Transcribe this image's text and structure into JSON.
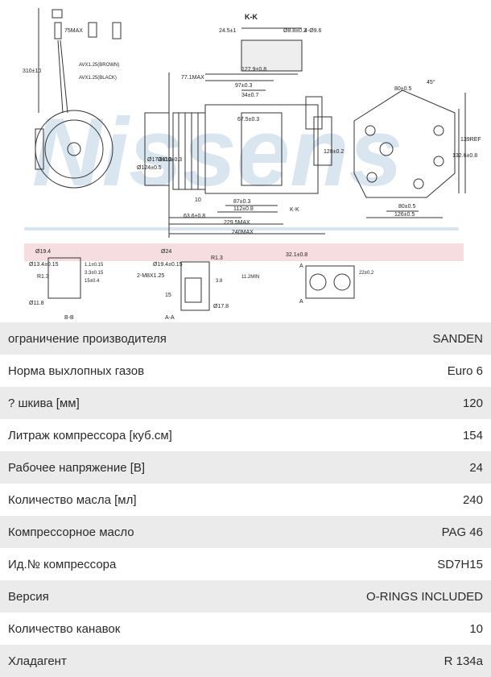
{
  "drawing": {
    "watermark": "Nissens",
    "dims": {
      "kk": "K-K",
      "d245": "24.5±1",
      "d88": "Ø8.8±0.2",
      "d49": "4-Ø9.6",
      "d75max": "75MAX",
      "d310": "310±10",
      "wire1": "AVX1.25(BROWN)",
      "wire2": "AVX1.25(BLACK)",
      "d77": "77.1MAX",
      "d1279": "127.9±0.8",
      "d97": "97±0.3",
      "d34": "34±0.7",
      "d67": "67.5±0.3",
      "d124": "Ø124±0.5",
      "d170": "Ø170±0.3",
      "d110": "Ø110±0.3",
      "d128": "128±0.2",
      "d10": "10",
      "d87": "87±0.3",
      "d112": "112±0.8",
      "d636": "63.6±0.8",
      "d2295": "229.5MAX",
      "d240": "240MAX",
      "kk2": "K-K",
      "d80top": "80±0.5",
      "d45": "45°",
      "d139": "139REF",
      "d1326": "132.6±0.8",
      "d80bot": "80±0.5",
      "d126": "126±0.5",
      "b_d194": "Ø19.4",
      "b_d134": "Ø13.4±0.15",
      "b_r13": "R1.3",
      "b_d118": "Ø11.8",
      "b_v1": "1.1±0.15",
      "b_v2": "3.3±0.15",
      "b_v3": "15±0.4",
      "bb": "B-B",
      "a_d24": "Ø24",
      "a_d194": "Ø19.4±0.15",
      "a_m8": "2-M8X1.25",
      "a_r13": "R1.3",
      "a_112": "11.2MIN",
      "a_38": "3.8",
      "a_d178": "Ø17.8",
      "a_15": "15",
      "aa": "A-A",
      "c_321": "32.1±0.8",
      "c_22": "22±0.2",
      "c_a1": "A",
      "c_a2": "A"
    }
  },
  "specs": [
    {
      "label": "ограничение производителя",
      "value": "SANDEN"
    },
    {
      "label": "Норма выхлопных газов",
      "value": "Euro 6"
    },
    {
      "label": "? шкива [мм]",
      "value": "120"
    },
    {
      "label": "Литраж компрессора [куб.см]",
      "value": "154"
    },
    {
      "label": "Рабочее напряжение [В]",
      "value": "24"
    },
    {
      "label": "Количество масла [мл]",
      "value": "240"
    },
    {
      "label": "Компрессорное масло",
      "value": "PAG 46"
    },
    {
      "label": "Ид.№ компрессора",
      "value": "SD7H15"
    },
    {
      "label": "Версия",
      "value": "O-RINGS INCLUDED"
    },
    {
      "label": "Количество канавок",
      "value": "10"
    },
    {
      "label": "Хладагент",
      "value": "R 134a"
    }
  ]
}
